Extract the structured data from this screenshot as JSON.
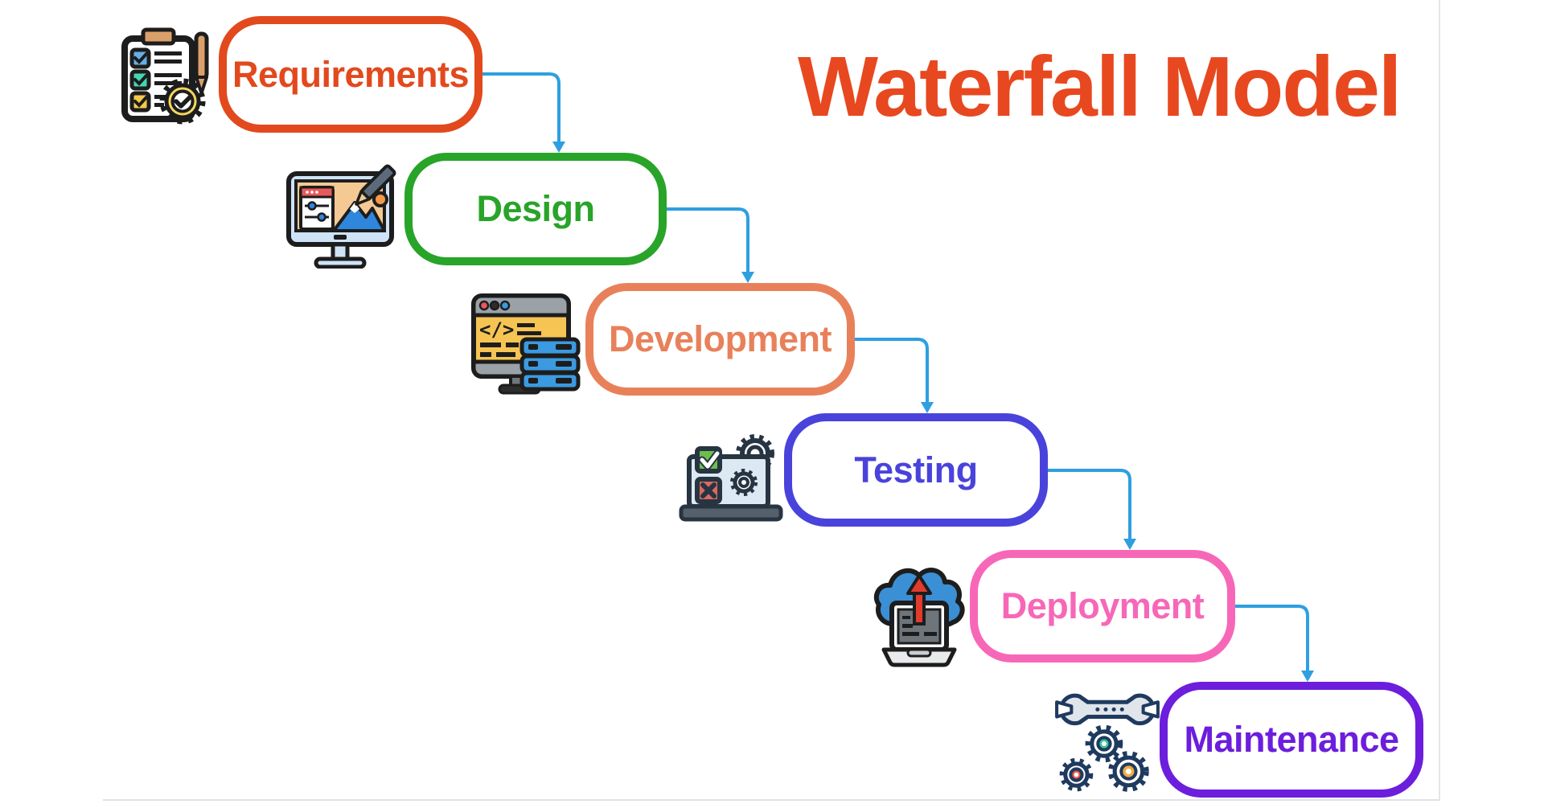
{
  "page": {
    "title_text": "Waterfall Model",
    "title_color": "#E8481F",
    "arrow_color": "#2E9FE0",
    "background": "#FFFFFF"
  },
  "stages": [
    {
      "label": "Requirements",
      "color": "#E2491D",
      "icon": "requirements-checklist-icon"
    },
    {
      "label": "Design",
      "color": "#28A428",
      "icon": "design-monitor-icon"
    },
    {
      "label": "Development",
      "color": "#E8815A",
      "icon": "development-code-window-icon"
    },
    {
      "label": "Testing",
      "color": "#4943DC",
      "icon": "testing-laptop-icon"
    },
    {
      "label": "Deployment",
      "color": "#F767B8",
      "icon": "deployment-cloud-upload-icon"
    },
    {
      "label": "Maintenance",
      "color": "#6C1EDC",
      "icon": "maintenance-wrench-gears-icon"
    }
  ]
}
